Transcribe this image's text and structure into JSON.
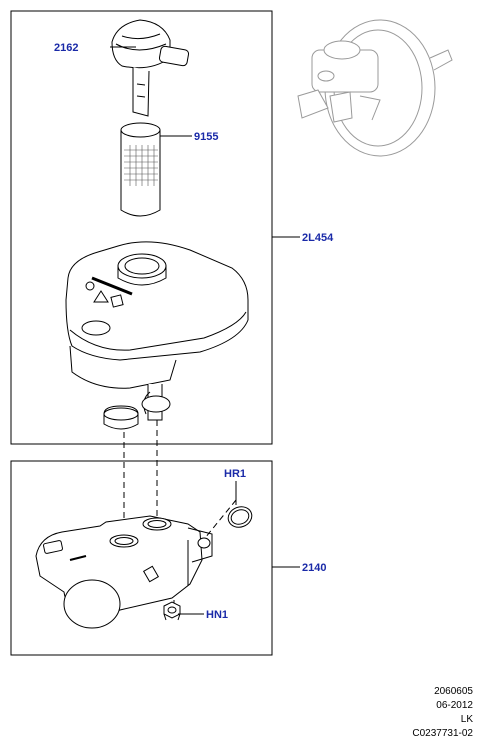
{
  "callouts": {
    "cap": "2162",
    "filter": "9155",
    "reservoir": "2L454",
    "master_cylinder": "2140",
    "seal_ring": "HR1",
    "nut": "HN1"
  },
  "stamp": {
    "line1": "2060605",
    "line2": "06-2012",
    "line3": "LK",
    "line4": "C0237731-02"
  },
  "colors": {
    "callout_text": "#1a2aa8",
    "line": "#000000",
    "ghost_line": "#9a9a9a"
  }
}
